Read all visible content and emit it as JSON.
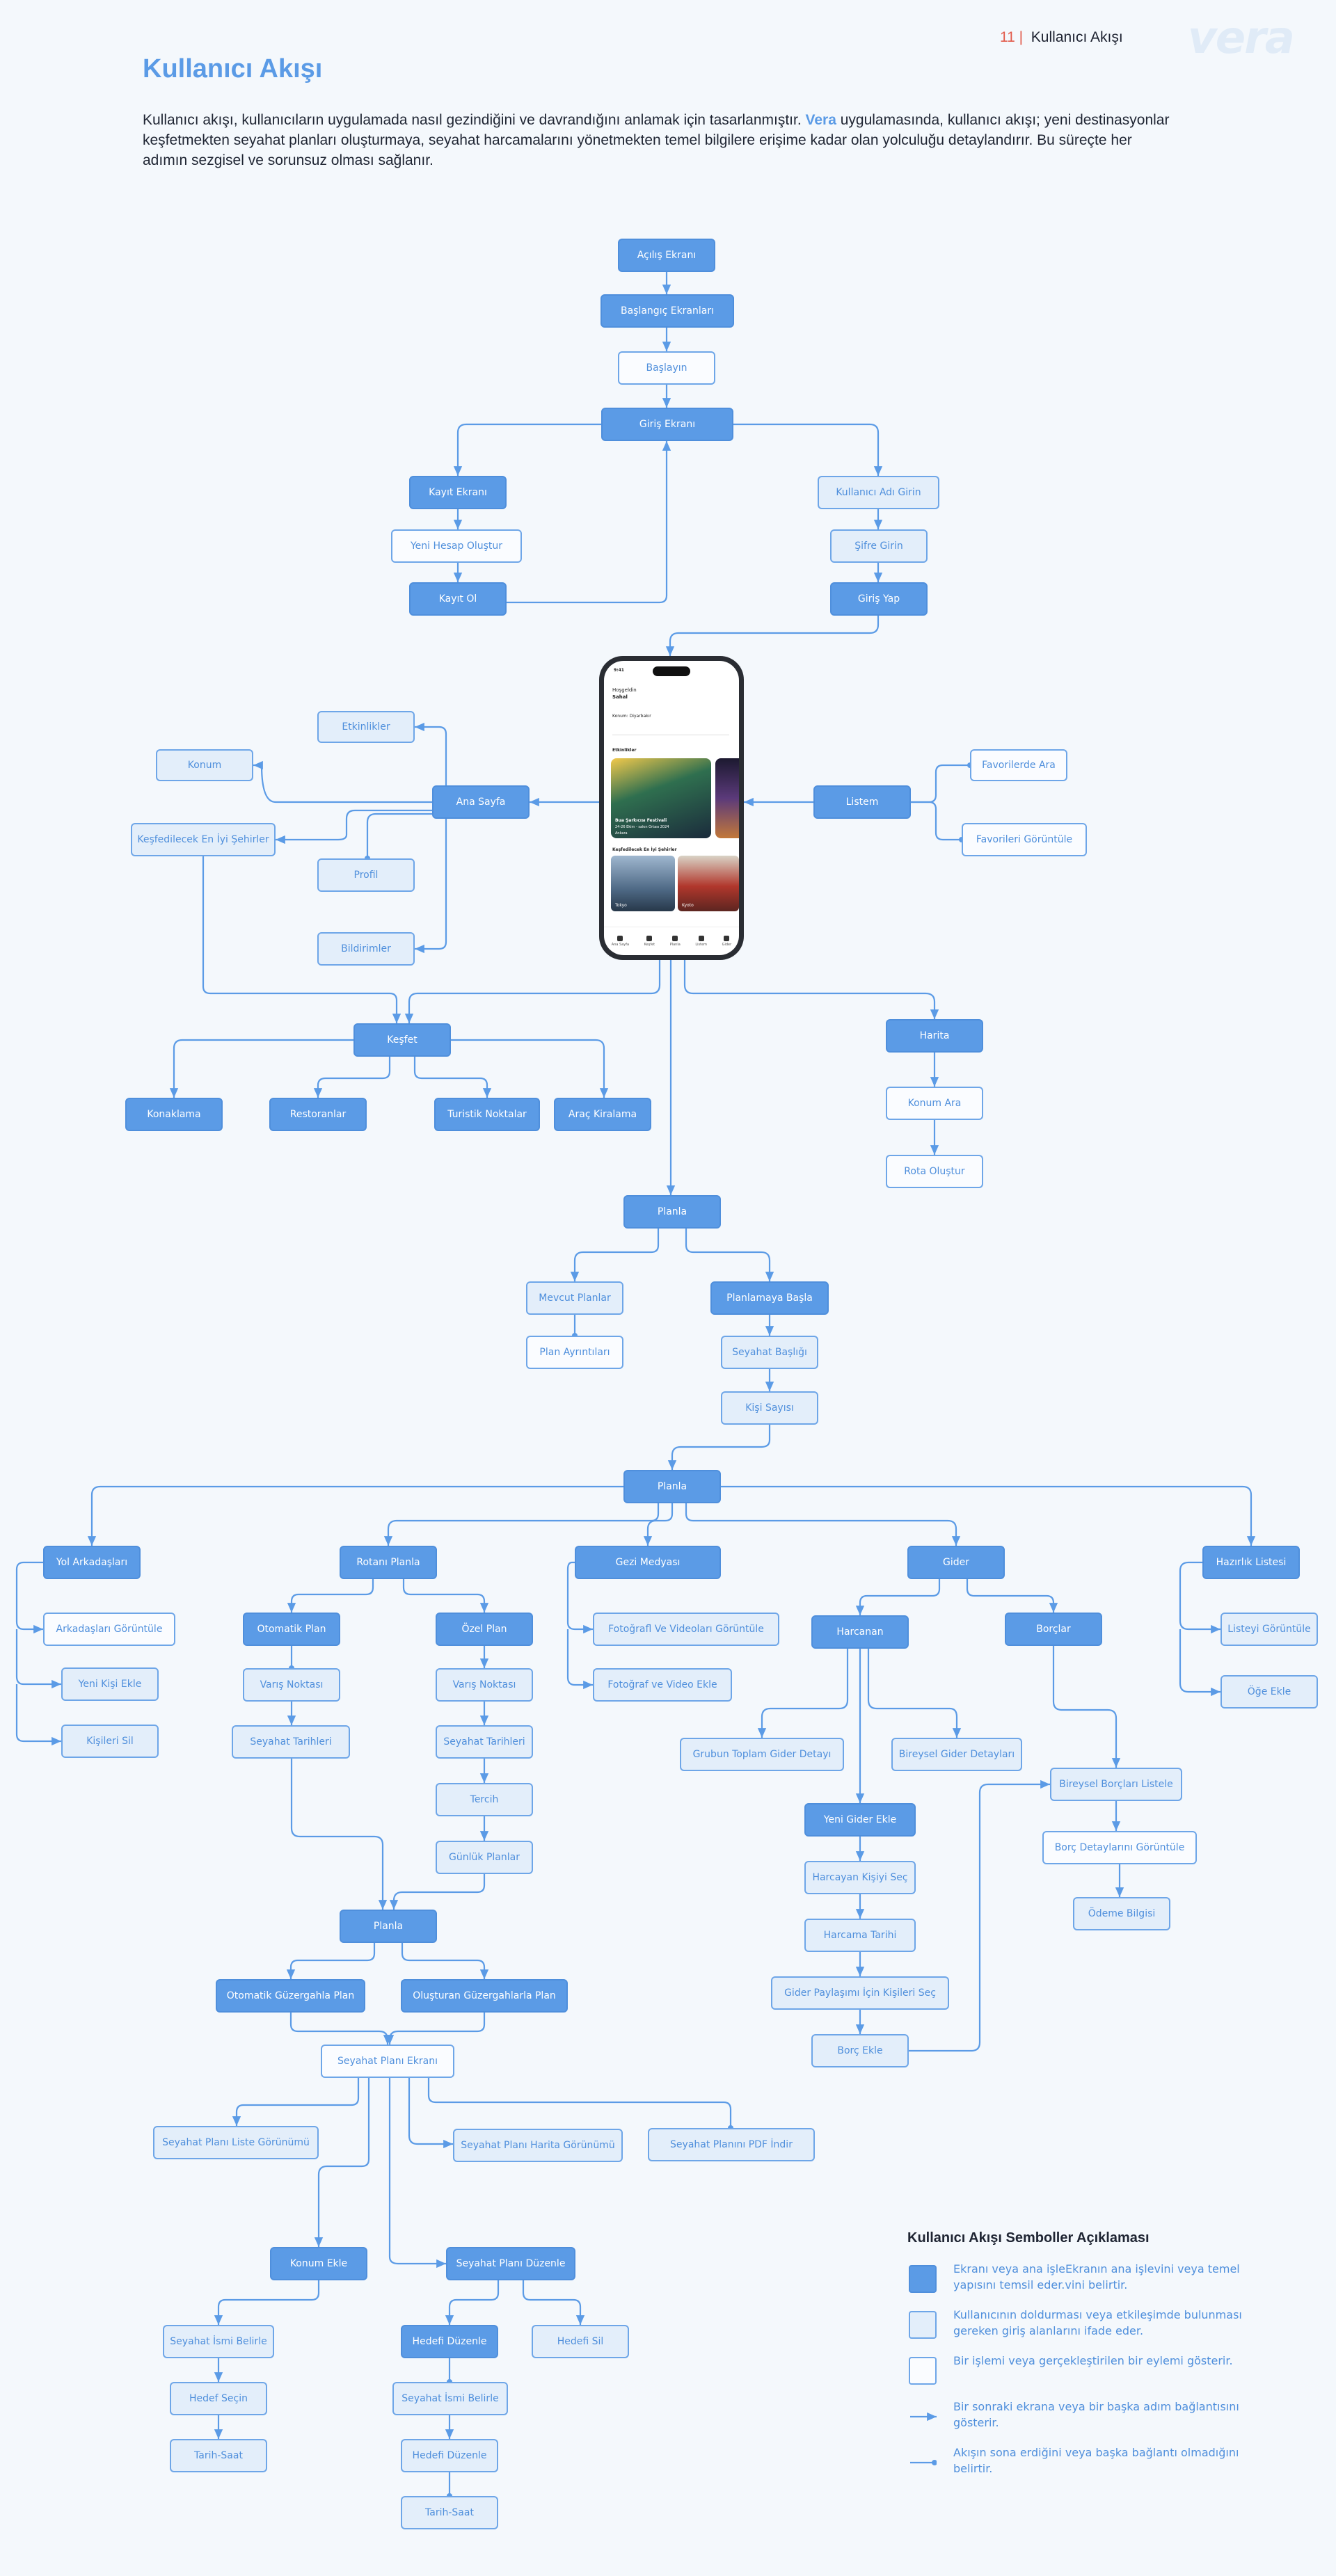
{
  "header": {
    "page_number": "11",
    "separator": "|",
    "section": "Kullanıcı Akışı",
    "logo": "vera"
  },
  "title": "Kullanıcı Akışı",
  "intro": {
    "before": "Kullanıcı akışı, kullanıcıların uygulamada nasıl gezindiğini ve davrandığını anlamak için tasarlanmıştır. ",
    "brand": "Vera",
    "after": " uygulamasında, kullanıcı akışı; yeni destinasyonlar keşfetmekten seyahat planları oluşturmaya, seyahat harcamalarını yönetmekten temel bilgilere erişime kadar olan yolculuğu detaylandırır. Bu süreçte her adımın sezgisel ve sorunsuz olması sağlanır."
  },
  "phone": {
    "time": "9:41",
    "greeting": "Hoşgeldin",
    "user": "Sahal",
    "location": "Konum: Diyarbakır",
    "section1": "Etkinlikler",
    "event": "Bua Şarkıcısı Festivali",
    "event_date": "24-26 Ekim - sakın Ortası 2024",
    "event_place": "Ankara",
    "section2": "Keşfedilecek En İyi Şehirler",
    "city1": "Tokyo",
    "city2": "Kyoto",
    "tabs": [
      "Ana Sayfa",
      "Keşfet",
      "Planla",
      "Listem",
      "Gider"
    ]
  },
  "nodes": [
    {
      "id": "acilis",
      "label": "Açılış Ekranı",
      "kind": "filled"
    },
    {
      "id": "baslangic",
      "label": "Başlangıç Ekranları",
      "kind": "filled"
    },
    {
      "id": "baslayin",
      "label": "Başlayın",
      "kind": "outline"
    },
    {
      "id": "giris",
      "label": "Giriş Ekranı",
      "kind": "filled"
    },
    {
      "id": "kayit_ekrani",
      "label": "Kayıt Ekranı",
      "kind": "filled"
    },
    {
      "id": "yeni_hesap",
      "label": "Yeni Hesap Oluştur",
      "kind": "outline"
    },
    {
      "id": "kayit_ol",
      "label": "Kayıt Ol",
      "kind": "filled"
    },
    {
      "id": "kullanici_adi",
      "label": "Kullanıcı Adı Girin",
      "kind": "light"
    },
    {
      "id": "sifre",
      "label": "Şifre Girin",
      "kind": "light"
    },
    {
      "id": "giris_yap",
      "label": "Giriş Yap",
      "kind": "filled"
    },
    {
      "id": "etkinlikler",
      "label": "Etkinlikler",
      "kind": "light"
    },
    {
      "id": "konum",
      "label": "Konum",
      "kind": "light"
    },
    {
      "id": "ana_sayfa",
      "label": "Ana Sayfa",
      "kind": "filled"
    },
    {
      "id": "kesfedilecek",
      "label": "Keşfedilecek En İyi Şehirler",
      "kind": "light"
    },
    {
      "id": "profil",
      "label": "Profil",
      "kind": "light"
    },
    {
      "id": "bildirimler",
      "label": "Bildirimler",
      "kind": "light"
    },
    {
      "id": "listem",
      "label": "Listem",
      "kind": "filled"
    },
    {
      "id": "fav_ara",
      "label": "Favorilerde Ara",
      "kind": "outline"
    },
    {
      "id": "fav_goruntule",
      "label": "Favorileri Görüntüle",
      "kind": "outline"
    },
    {
      "id": "kesfet",
      "label": "Keşfet",
      "kind": "filled"
    },
    {
      "id": "konaklama",
      "label": "Konaklama",
      "kind": "filled"
    },
    {
      "id": "restoranlar",
      "label": "Restoranlar",
      "kind": "filled"
    },
    {
      "id": "turistik",
      "label": "Turistik Noktalar",
      "kind": "filled"
    },
    {
      "id": "arac",
      "label": "Araç Kiralama",
      "kind": "filled"
    },
    {
      "id": "harita",
      "label": "Harita",
      "kind": "filled"
    },
    {
      "id": "konum_ara",
      "label": "Konum Ara",
      "kind": "outline"
    },
    {
      "id": "rota",
      "label": "Rota Oluştur",
      "kind": "outline"
    },
    {
      "id": "planla1",
      "label": "Planla",
      "kind": "filled"
    },
    {
      "id": "mevcut",
      "label": "Mevcut Planlar",
      "kind": "light"
    },
    {
      "id": "plan_ayrinti",
      "label": "Plan Ayrıntıları",
      "kind": "outline"
    },
    {
      "id": "planlamaya",
      "label": "Planlamaya Başla",
      "kind": "filled"
    },
    {
      "id": "seyahat_basligi",
      "label": "Seyahat Başlığı",
      "kind": "light"
    },
    {
      "id": "kisi_sayisi",
      "label": "Kişi Sayısı",
      "kind": "light"
    },
    {
      "id": "planla2",
      "label": "Planla",
      "kind": "filled"
    },
    {
      "id": "yol_arkadaslari",
      "label": "Yol Arkadaşları",
      "kind": "filled"
    },
    {
      "id": "ark_goruntule",
      "label": "Arkadaşları Görüntüle",
      "kind": "outline"
    },
    {
      "id": "yeni_kisi",
      "label": "Yeni Kişi Ekle",
      "kind": "light"
    },
    {
      "id": "kisileri_sil",
      "label": "Kişileri Sil",
      "kind": "light"
    },
    {
      "id": "rotani",
      "label": "Rotanı Planla",
      "kind": "filled"
    },
    {
      "id": "otomatik_plan",
      "label": "Otomatik Plan",
      "kind": "filled"
    },
    {
      "id": "ozel_plan",
      "label": "Özel Plan",
      "kind": "filled"
    },
    {
      "id": "varis1",
      "label": "Varış Noktası",
      "kind": "light"
    },
    {
      "id": "varis2",
      "label": "Varış Noktası",
      "kind": "light"
    },
    {
      "id": "tarih1",
      "label": "Seyahat Tarihleri",
      "kind": "light"
    },
    {
      "id": "tarih2",
      "label": "Seyahat Tarihleri",
      "kind": "light"
    },
    {
      "id": "tercih",
      "label": "Tercih",
      "kind": "light"
    },
    {
      "id": "gunluk",
      "label": "Günlük Planlar",
      "kind": "light"
    },
    {
      "id": "planla3",
      "label": "Planla",
      "kind": "filled"
    },
    {
      "id": "oto_guzergah",
      "label": "Otomatik Güzergahla Plan",
      "kind": "filled"
    },
    {
      "id": "olusturan_guzergah",
      "label": "Oluşturan Güzergahlarla Plan",
      "kind": "filled"
    },
    {
      "id": "seyahat_plani_ekrani",
      "label": "Seyahat Planı Ekranı",
      "kind": "outline"
    },
    {
      "id": "liste_gorunumu",
      "label": "Seyahat Planı Liste Görünümü",
      "kind": "light"
    },
    {
      "id": "harita_gorunumu",
      "label": "Seyahat Planı Harita Görünümü",
      "kind": "light"
    },
    {
      "id": "pdf",
      "label": "Seyahat Planını PDF İndir",
      "kind": "light"
    },
    {
      "id": "konum_ekle",
      "label": "Konum Ekle",
      "kind": "filled"
    },
    {
      "id": "plani_duzenle",
      "label": "Seyahat Planı Düzenle",
      "kind": "filled"
    },
    {
      "id": "isim_belirle1",
      "label": "Seyahat İsmi Belirle",
      "kind": "light"
    },
    {
      "id": "hedef_secin",
      "label": "Hedef Seçin",
      "kind": "light"
    },
    {
      "id": "tarih_saat1",
      "label": "Tarih-Saat",
      "kind": "light"
    },
    {
      "id": "hedefi_duzenle1",
      "label": "Hedefi Düzenle",
      "kind": "filled"
    },
    {
      "id": "hedefi_sil",
      "label": "Hedefi Sil",
      "kind": "light"
    },
    {
      "id": "isim_belirle2",
      "label": "Seyahat İsmi Belirle",
      "kind": "light"
    },
    {
      "id": "hedefi_duzenle2",
      "label": "Hedefi Düzenle",
      "kind": "light"
    },
    {
      "id": "tarih_saat2",
      "label": "Tarih-Saat",
      "kind": "light"
    },
    {
      "id": "gezi_medyasi",
      "label": "Gezi Medyası",
      "kind": "filled"
    },
    {
      "id": "foto_goruntule",
      "label": "Fotoğrafl Ve Videoları Görüntüle",
      "kind": "light"
    },
    {
      "id": "foto_ekle",
      "label": "Fotoğraf ve Video Ekle",
      "kind": "light"
    },
    {
      "id": "gider",
      "label": "Gider",
      "kind": "filled"
    },
    {
      "id": "harcanan",
      "label": "Harcanan",
      "kind": "filled"
    },
    {
      "id": "borclar",
      "label": "Borçlar",
      "kind": "filled"
    },
    {
      "id": "grubun",
      "label": "Grubun Toplam Gider Detayı",
      "kind": "light"
    },
    {
      "id": "bireysel",
      "label": "Bireysel Gider Detayları",
      "kind": "light"
    },
    {
      "id": "yeni_gider",
      "label": "Yeni Gider Ekle",
      "kind": "filled"
    },
    {
      "id": "harcayan",
      "label": "Harcayan Kişiyi Seç",
      "kind": "light"
    },
    {
      "id": "harcama_tarihi",
      "label": "Harcama Tarihi",
      "kind": "light"
    },
    {
      "id": "paylasim",
      "label": "Gider Paylaşımı İçin Kişileri Seç",
      "kind": "light"
    },
    {
      "id": "borc_ekle",
      "label": "Borç Ekle",
      "kind": "light"
    },
    {
      "id": "bireysel_borclar",
      "label": "Bireysel Borçları Listele",
      "kind": "light"
    },
    {
      "id": "borc_detay",
      "label": "Borç Detaylarını Görüntüle",
      "kind": "outline"
    },
    {
      "id": "odeme",
      "label": "Ödeme Bilgisi",
      "kind": "light"
    },
    {
      "id": "hazirlik",
      "label": "Hazırlık Listesi",
      "kind": "filled"
    },
    {
      "id": "listeyi_goruntule",
      "label": "Listeyi Görüntüle",
      "kind": "light"
    },
    {
      "id": "oge_ekle",
      "label": "Öğe Ekle",
      "kind": "light"
    }
  ],
  "legend": {
    "title": "Kullanıcı Akışı Semboller Açıklaması",
    "items": [
      {
        "symbol": "filled-box",
        "text": "Ekranı veya ana işleEkranın ana işlevini veya temel yapısını temsil eder.vini belirtir."
      },
      {
        "symbol": "light-box",
        "text": "Kullanıcının doldurması veya etkileşimde bulunması gereken giriş alanlarını ifade eder."
      },
      {
        "symbol": "outline-box",
        "text": "Bir işlemi veya gerçekleştirilen bir eylemi gösterir."
      },
      {
        "symbol": "arrow",
        "text": "Bir sonraki ekrana veya bir başka adım bağlantısını gösterir."
      },
      {
        "symbol": "dot-line",
        "text": "Akışın sona erdiğini veya başka bağlantı olmadığını belirtir."
      }
    ]
  },
  "colors": {
    "accent": "#5b9be6",
    "border": "#4f8fdc",
    "light": "#e3eefa",
    "line": "#5b9be6",
    "page_num": "#e25b4b",
    "background": "#f4f8fc"
  }
}
